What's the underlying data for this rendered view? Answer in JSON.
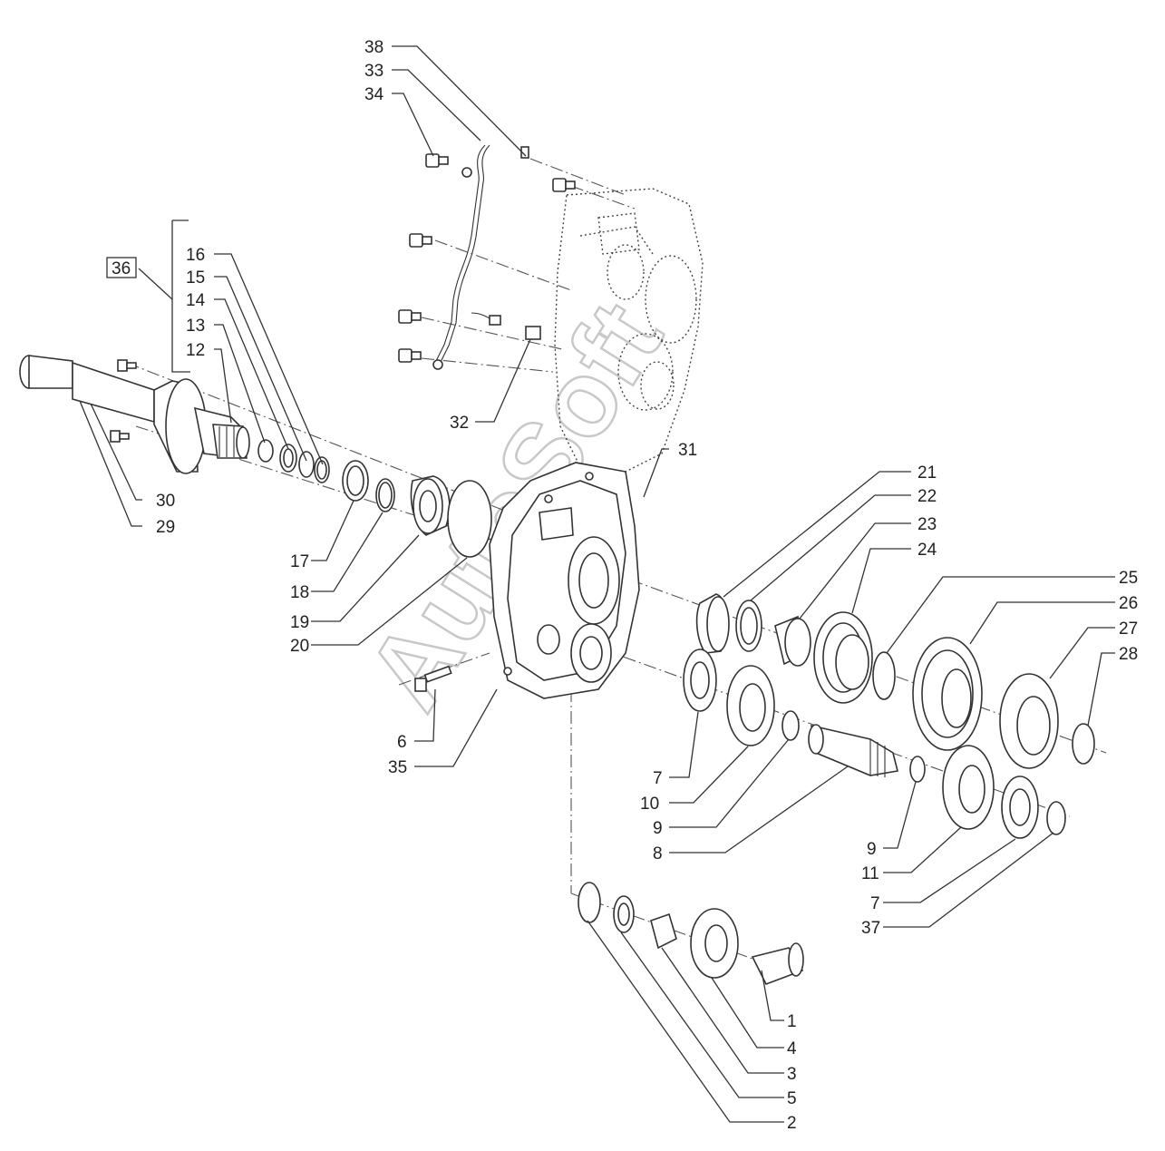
{
  "watermark": "AutoSoft",
  "callouts": [
    {
      "id": "c38",
      "label": "38"
    },
    {
      "id": "c33",
      "label": "33"
    },
    {
      "id": "c34",
      "label": "34"
    },
    {
      "id": "c16",
      "label": "16"
    },
    {
      "id": "c15",
      "label": "15"
    },
    {
      "id": "c14",
      "label": "14"
    },
    {
      "id": "c13",
      "label": "13"
    },
    {
      "id": "c12",
      "label": "12"
    },
    {
      "id": "c36",
      "label": "36"
    },
    {
      "id": "c32",
      "label": "32"
    },
    {
      "id": "c31",
      "label": "31"
    },
    {
      "id": "c30",
      "label": "30"
    },
    {
      "id": "c29",
      "label": "29"
    },
    {
      "id": "c21",
      "label": "21"
    },
    {
      "id": "c22",
      "label": "22"
    },
    {
      "id": "c23",
      "label": "23"
    },
    {
      "id": "c24",
      "label": "24"
    },
    {
      "id": "c25",
      "label": "25"
    },
    {
      "id": "c26",
      "label": "26"
    },
    {
      "id": "c27",
      "label": "27"
    },
    {
      "id": "c28",
      "label": "28"
    },
    {
      "id": "c17",
      "label": "17"
    },
    {
      "id": "c18",
      "label": "18"
    },
    {
      "id": "c19",
      "label": "19"
    },
    {
      "id": "c20",
      "label": "20"
    },
    {
      "id": "c6",
      "label": "6"
    },
    {
      "id": "c35",
      "label": "35"
    },
    {
      "id": "c7a",
      "label": "7"
    },
    {
      "id": "c10",
      "label": "10"
    },
    {
      "id": "c9a",
      "label": "9"
    },
    {
      "id": "c8",
      "label": "8"
    },
    {
      "id": "c9b",
      "label": "9"
    },
    {
      "id": "c11",
      "label": "11"
    },
    {
      "id": "c7b",
      "label": "7"
    },
    {
      "id": "c37",
      "label": "37"
    },
    {
      "id": "c1",
      "label": "1"
    },
    {
      "id": "c4",
      "label": "4"
    },
    {
      "id": "c3",
      "label": "3"
    },
    {
      "id": "c5",
      "label": "5"
    },
    {
      "id": "c2",
      "label": "2"
    }
  ]
}
